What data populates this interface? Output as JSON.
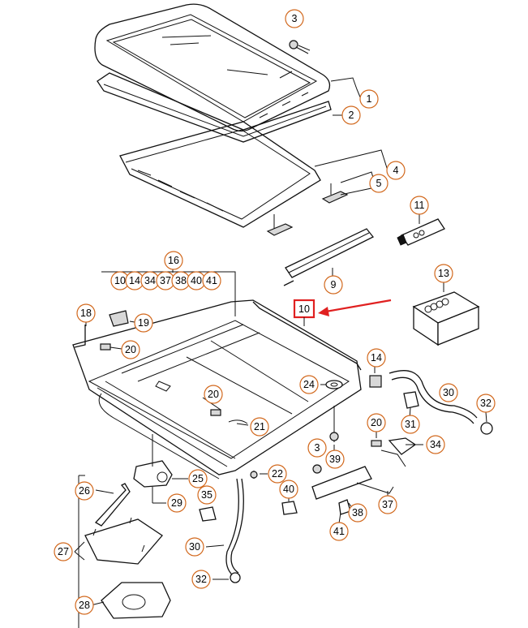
{
  "diagram": {
    "callouts": [
      {
        "id": "c3a",
        "label": "3"
      },
      {
        "id": "c1",
        "label": "1"
      },
      {
        "id": "c2",
        "label": "2"
      },
      {
        "id": "c4",
        "label": "4"
      },
      {
        "id": "c5",
        "label": "5"
      },
      {
        "id": "c11",
        "label": "11"
      },
      {
        "id": "c9",
        "label": "9"
      },
      {
        "id": "c16",
        "label": "16"
      },
      {
        "id": "c16a",
        "label": "10"
      },
      {
        "id": "c16b",
        "label": "14"
      },
      {
        "id": "c16c",
        "label": "34"
      },
      {
        "id": "c16d",
        "label": "37"
      },
      {
        "id": "c16e",
        "label": "38"
      },
      {
        "id": "c16f",
        "label": "40"
      },
      {
        "id": "c16g",
        "label": "41"
      },
      {
        "id": "c13",
        "label": "13"
      },
      {
        "id": "c18",
        "label": "18"
      },
      {
        "id": "c19",
        "label": "19"
      },
      {
        "id": "c20a",
        "label": "20"
      },
      {
        "id": "c14",
        "label": "14"
      },
      {
        "id": "c24",
        "label": "24"
      },
      {
        "id": "c20b",
        "label": "20"
      },
      {
        "id": "c30a",
        "label": "30"
      },
      {
        "id": "c32a",
        "label": "32"
      },
      {
        "id": "c31",
        "label": "31"
      },
      {
        "id": "c21",
        "label": "21"
      },
      {
        "id": "c20c",
        "label": "20"
      },
      {
        "id": "c3b",
        "label": "3"
      },
      {
        "id": "c39",
        "label": "39"
      },
      {
        "id": "c34",
        "label": "34"
      },
      {
        "id": "c22",
        "label": "22"
      },
      {
        "id": "c25",
        "label": "25"
      },
      {
        "id": "c26",
        "label": "26"
      },
      {
        "id": "c29",
        "label": "29"
      },
      {
        "id": "c35",
        "label": "35"
      },
      {
        "id": "c40",
        "label": "40"
      },
      {
        "id": "c38",
        "label": "38"
      },
      {
        "id": "c37",
        "label": "37"
      },
      {
        "id": "c27",
        "label": "27"
      },
      {
        "id": "c30b",
        "label": "30"
      },
      {
        "id": "c41",
        "label": "41"
      },
      {
        "id": "c32b",
        "label": "32"
      },
      {
        "id": "c28",
        "label": "28"
      }
    ],
    "highlighted_callout": {
      "label": "10",
      "color": "#e02020"
    },
    "colors": {
      "callout_ring": "#d2691e",
      "highlight": "#e02020",
      "line": "#111111"
    }
  }
}
